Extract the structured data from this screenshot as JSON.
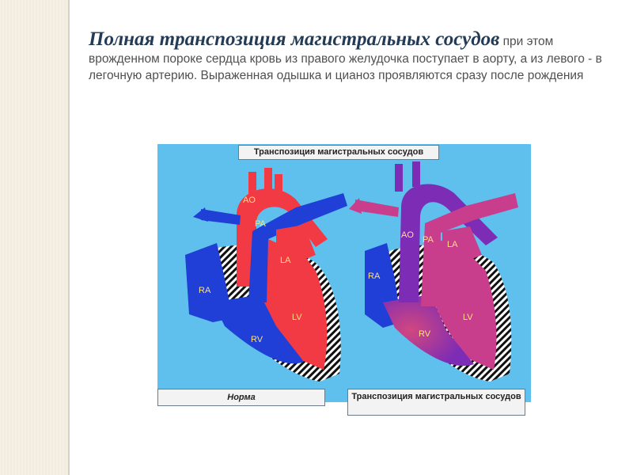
{
  "slide": {
    "title": "Полная транспозиция магистральных сосудов",
    "description": " при этом врожденном пороке сердца кровь из правого желудочка поступает  в аорту, а из левого - в легочную артерию. Выраженная одышка и цианоз проявляются сразу после рождения"
  },
  "figure": {
    "title": "Транспозиция магистральных сосудов",
    "left_caption": "Норма",
    "right_caption": "Транспозиция магистральных сосудов",
    "labels": {
      "ao": "AO",
      "pa": "PA",
      "la": "LA",
      "ra": "RA",
      "lv": "LV",
      "rv": "RV"
    },
    "colors": {
      "background": "#5fc0ee",
      "oxygenated": "#f23a44",
      "deoxygenated": "#1f3fd6",
      "mixed": "#7d2cb5",
      "mixed_pink": "#c93e8c",
      "label_text": "#ffe27a"
    }
  }
}
